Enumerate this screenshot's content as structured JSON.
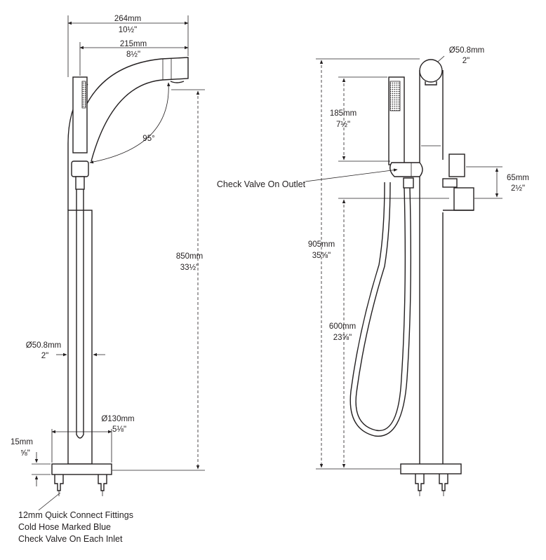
{
  "left_view": {
    "overall_width": {
      "mm": "264mm",
      "in": "10½\""
    },
    "spout_reach": {
      "mm": "215mm",
      "in": "8½\""
    },
    "angle": "95°",
    "height": {
      "mm": "850mm",
      "in": "33½\""
    },
    "body_diameter": {
      "mm": "Ø50.8mm",
      "in": "2\""
    },
    "base_diameter": {
      "mm": "Ø130mm",
      "in": "5⅛\""
    },
    "base_height": {
      "mm": "15mm",
      "in": "⅝\""
    }
  },
  "right_view": {
    "top_diameter": {
      "mm": "Ø50.8mm",
      "in": "2\""
    },
    "handshower_length": {
      "mm": "185mm",
      "in": "7½\""
    },
    "valve_height": {
      "mm": "65mm",
      "in": "2½\""
    },
    "overall_height": {
      "mm": "905mm",
      "in": "35⅝\""
    },
    "hose_height": {
      "mm": "600mm",
      "in": "23⅝\""
    },
    "check_valve_label": "Check Valve On Outlet"
  },
  "notes": [
    "12mm Quick Connect Fittings",
    "Cold Hose Marked Blue",
    "Check Valve On Each Inlet"
  ]
}
